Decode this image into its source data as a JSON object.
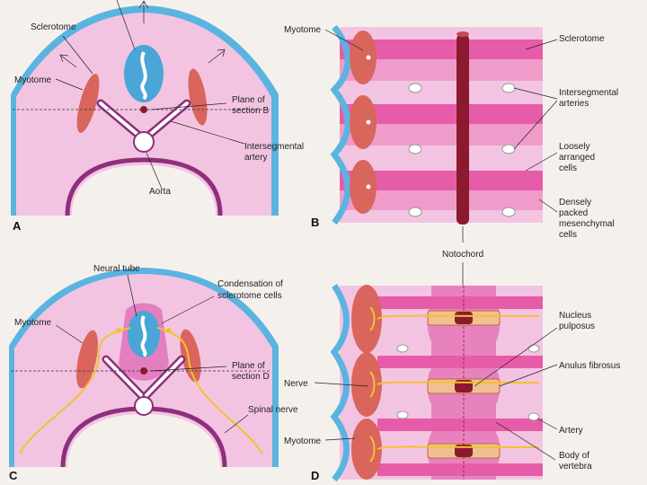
{
  "colors": {
    "background": "#f4f1ec",
    "tissue_pink": "#f3c4e2",
    "dense_band": "#e65ca8",
    "myotome": "#d9655c",
    "neural_tube_blue": "#4aa6d6",
    "ectoderm_blue": "#5bb4e0",
    "notochord": "#8c1a2e",
    "nerve_yellow": "#f2c230",
    "gut_purple": "#8e2f7c"
  },
  "panels": {
    "A": {
      "letter": "A",
      "labels": {
        "sclerotome": "Sclerotome",
        "myotome": "Myotome",
        "plane_line1": "Plane of",
        "plane_line2": "section B",
        "artery_line1": "Intersegmental",
        "artery_line2": "artery",
        "aorta": "Aorta"
      }
    },
    "B": {
      "letter": "B",
      "labels": {
        "myotome": "Myotome",
        "sclerotome": "Sclerotome",
        "inter_line1": "Intersegmental",
        "inter_line2": "arteries",
        "loose_line1": "Loosely",
        "loose_line2": "arranged",
        "loose_line3": "cells",
        "dense_line1": "Densely",
        "dense_line2": "packed",
        "dense_line3": "mesenchymal",
        "dense_line4": "cells"
      }
    },
    "notochord_label": "Notochord",
    "C": {
      "letter": "C",
      "labels": {
        "neural_tube": "Neural tube",
        "cond_line1": "Condensation of",
        "cond_line2": "sclerotome cells",
        "myotome": "Myotome",
        "plane_line1": "Plane of",
        "plane_line2": "section D",
        "spinal_nerve": "Spinal nerve"
      }
    },
    "D": {
      "letter": "D",
      "labels": {
        "nerve": "Nerve",
        "myotome": "Myotome",
        "nucleus_line1": "Nucleus",
        "nucleus_line2": "pulposus",
        "anulus": "Anulus fibrosus",
        "artery": "Artery",
        "body_line1": "Body of",
        "body_line2": "vertebra"
      }
    }
  }
}
